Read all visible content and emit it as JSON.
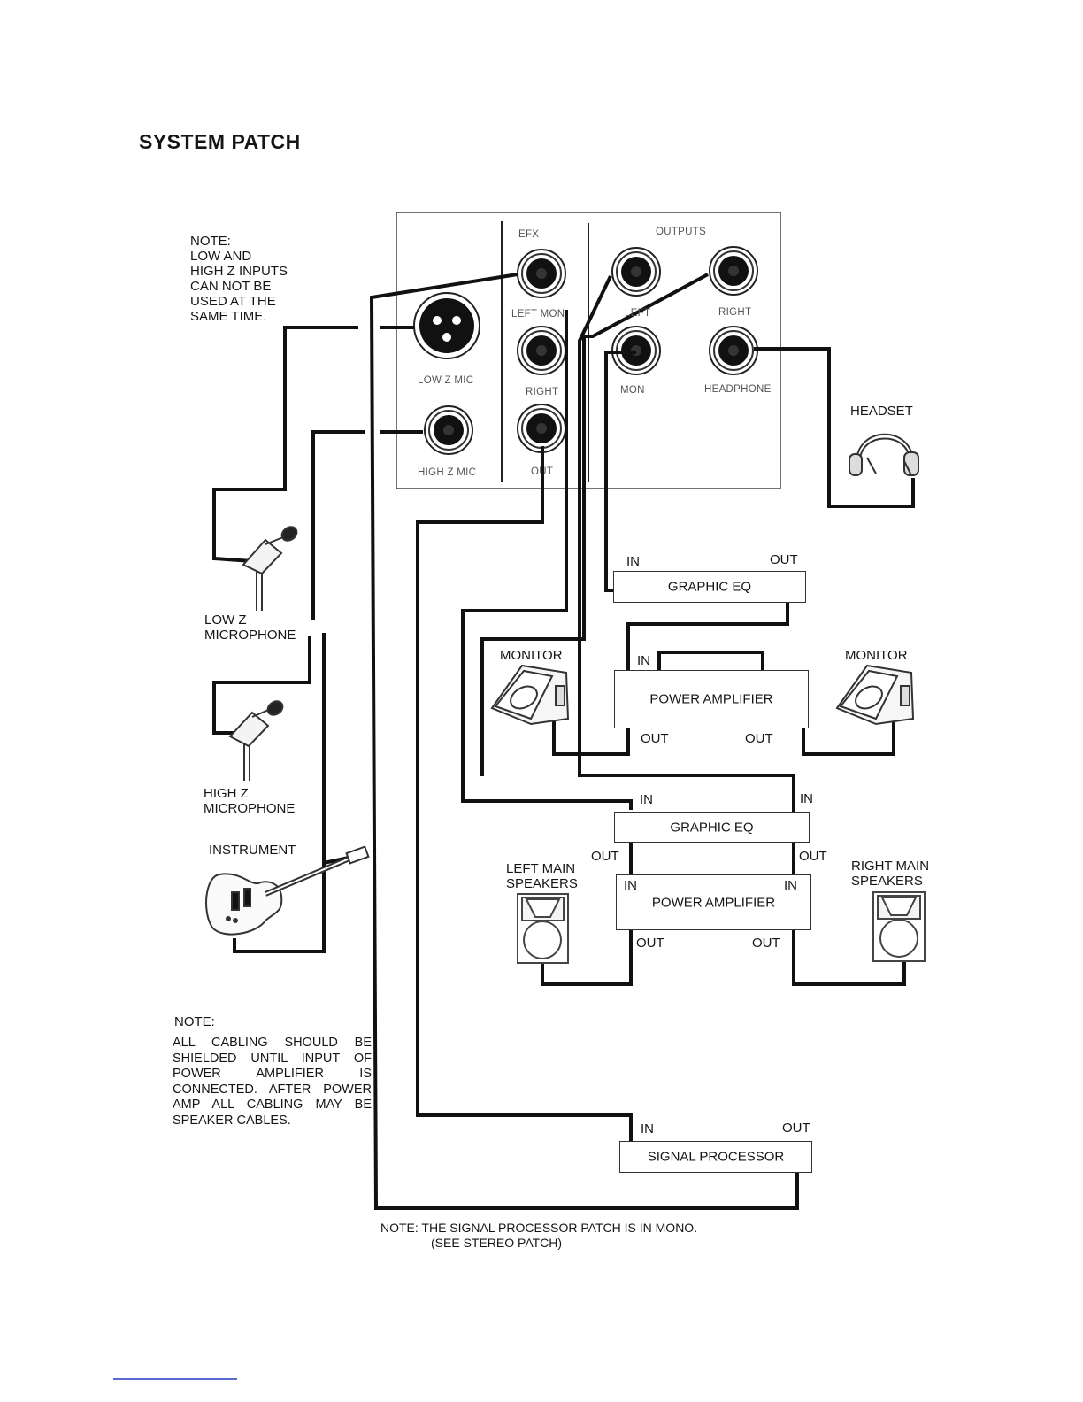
{
  "title": "SYSTEM PATCH",
  "note_top": "NOTE:\nLOW AND\nHIGH Z INPUTS\nCAN NOT BE\nUSED AT THE\nSAME TIME.",
  "panel": {
    "efx_header": "EFX",
    "outputs_header": "OUTPUTS",
    "left_mon": "LEFT MON",
    "right": "RIGHT",
    "out": "OUT",
    "low_z_mic": "LOW Z MIC",
    "high_z_mic": "HIGH Z MIC",
    "left": "LEFT",
    "right_out": "RIGHT",
    "mon": "MON",
    "headphone": "HEADPHONE"
  },
  "devices": {
    "headset": "HEADSET",
    "low_z_mic": "LOW Z\nMICROPHONE",
    "high_z_mic": "HIGH Z\nMICROPHONE",
    "instrument": "INSTRUMENT",
    "monitor_left": "MONITOR",
    "monitor_right": "MONITOR",
    "left_main": "LEFT MAIN\nSPEAKERS",
    "right_main": "RIGHT MAIN\nSPEAKERS"
  },
  "boxes": {
    "graphic_eq_1": "GRAPHIC EQ",
    "power_amp_1": "POWER AMPLIFIER",
    "graphic_eq_2": "GRAPHIC EQ",
    "power_amp_2": "POWER AMPLIFIER",
    "signal_processor": "SIGNAL PROCESSOR"
  },
  "ports": {
    "in": "IN",
    "out": "OUT"
  },
  "note_cabling_head": "NOTE:",
  "note_cabling": "ALL CABLING SHOULD BE SHIELDED UNTIL INPUT OF POWER AMPLIFIER IS CONNECTED. AFTER POWER AMP ALL CABLING MAY BE SPEAKER CABLES.",
  "note_bottom_1": "NOTE: THE SIGNAL PROCESSOR PATCH IS IN MONO.",
  "note_bottom_2": "(SEE STEREO PATCH)"
}
